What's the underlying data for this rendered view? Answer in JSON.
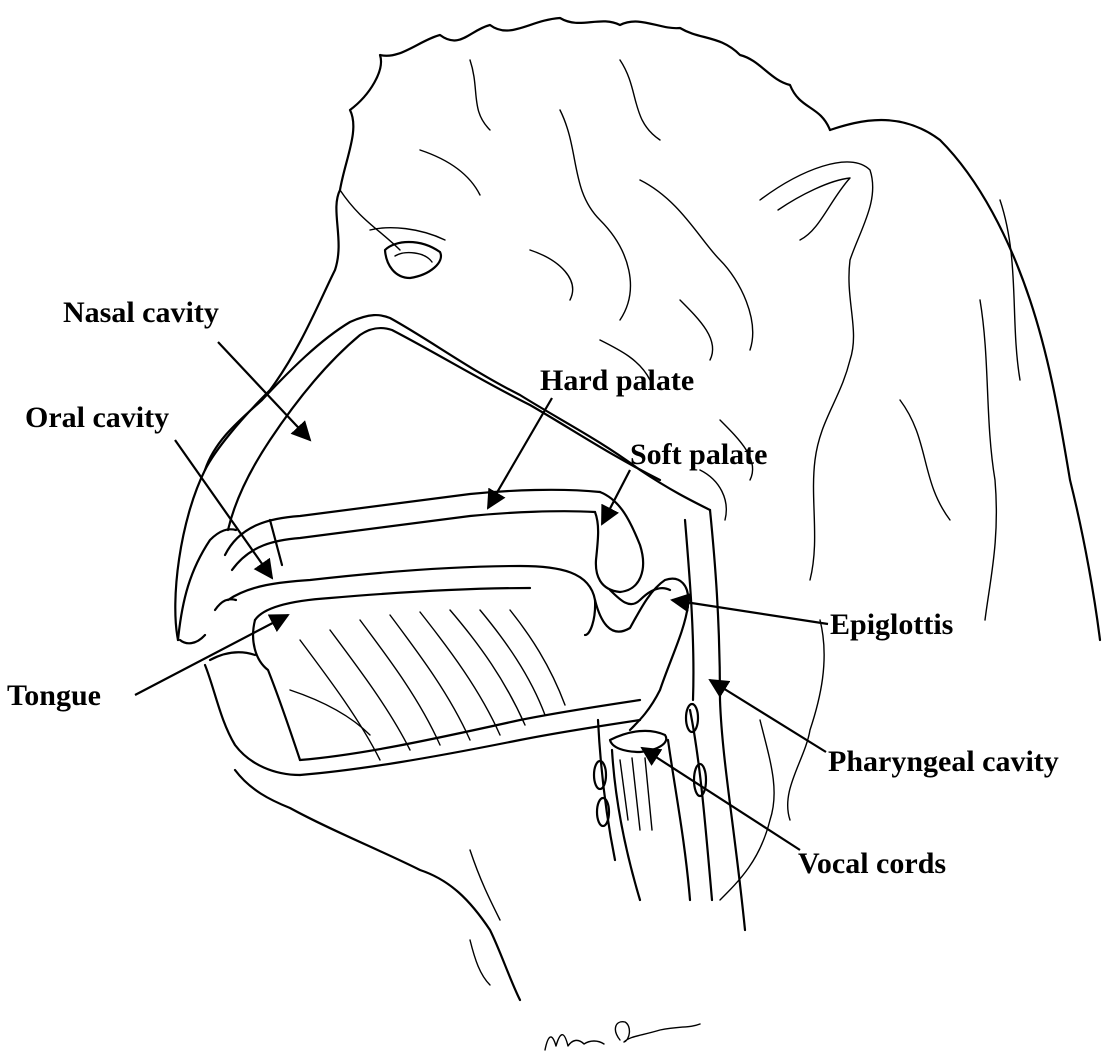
{
  "labels": {
    "nasal_cavity": "Nasal cavity",
    "oral_cavity": "Oral cavity",
    "hard_palate": "Hard palate",
    "soft_palate": "Soft palate",
    "epiglottis": "Epiglottis",
    "tongue": "Tongue",
    "pharyngeal_cavity": "Pharyngeal cavity",
    "vocal_cords": "Vocal cords"
  },
  "signature": "Madison Green",
  "colors": {
    "ink": "#000000",
    "background": "#ffffff"
  }
}
